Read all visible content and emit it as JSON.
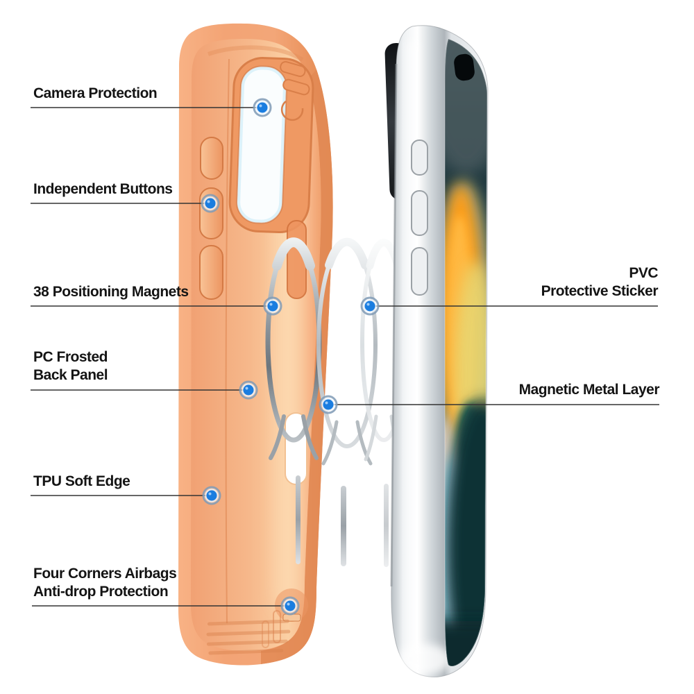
{
  "colors": {
    "background": "#ffffff",
    "accent_blue": "#1a7de0",
    "callout_line": "#333333",
    "text": "#141414",
    "case_orange": "#f3a273",
    "phone_silver": "#d7dbde",
    "screen_teal": "#123237",
    "wallpaper_orange": "#ffa21f"
  },
  "callouts": {
    "camera_protection": {
      "lines": [
        "Camera Protection"
      ]
    },
    "independent_buttons": {
      "lines": [
        "Independent Buttons"
      ]
    },
    "positioning_magnets": {
      "lines": [
        "38 Positioning Magnets"
      ]
    },
    "pc_frosted_back_panel": {
      "lines": [
        "PC Frosted",
        "Back Panel"
      ]
    },
    "tpu_soft_edge": {
      "lines": [
        "TPU Soft Edge"
      ]
    },
    "four_corners_airbags": {
      "lines": [
        "Four Corners Airbags",
        "Anti-drop Protection"
      ]
    },
    "pvc_protective_sticker": {
      "lines": [
        "PVC",
        "Protective Sticker"
      ]
    },
    "magnetic_metal_layer": {
      "lines": [
        "Magnetic Metal Layer"
      ]
    }
  },
  "illustration": {
    "case": "orange-protective-case-inner-view",
    "phone": "silver-smartphone-side-view",
    "magnet_rings": "magsafe-ring-stack",
    "metal_pins": "magnetic-metal-strips"
  }
}
